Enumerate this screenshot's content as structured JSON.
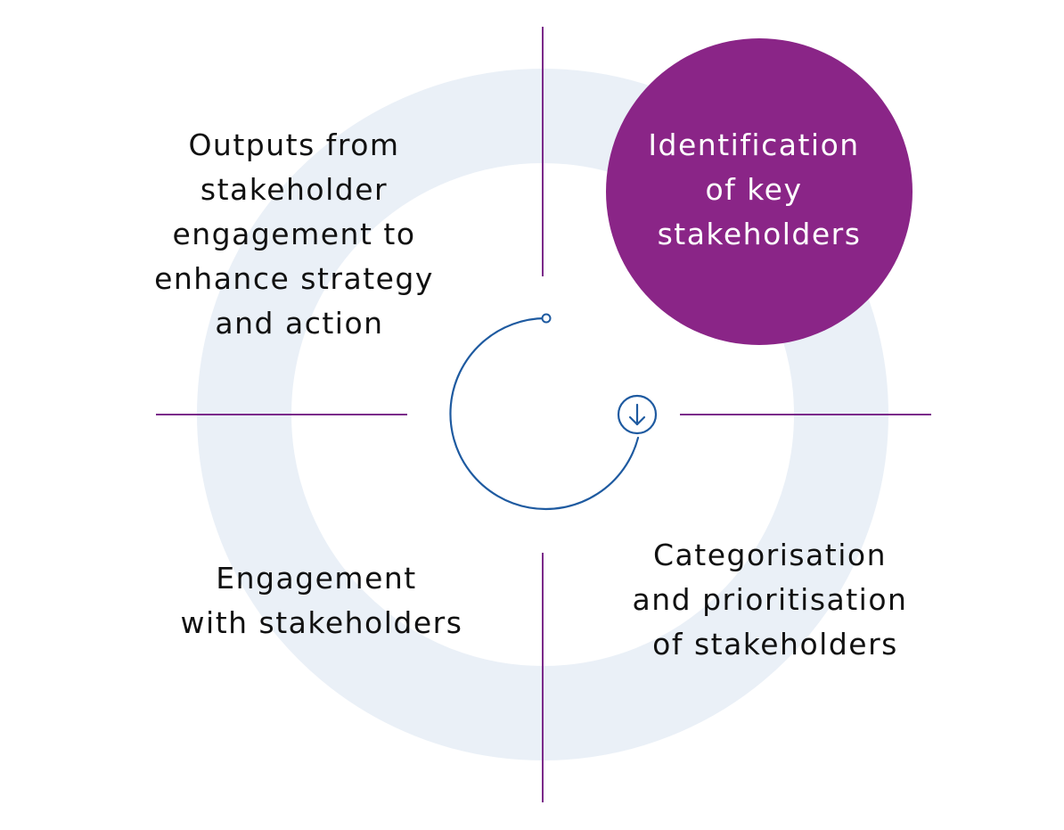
{
  "diagram": {
    "stages": [
      {
        "lines": [
          "Identification",
          "of key",
          "stakeholders"
        ],
        "highlighted": true
      },
      {
        "lines": [
          "Categorisation",
          "and prioritisation",
          "of stakeholders"
        ],
        "highlighted": false
      },
      {
        "lines": [
          "Engagement",
          "with stakeholders"
        ],
        "highlighted": false
      },
      {
        "lines": [
          "Outputs from",
          "stakeholder",
          "engagement to",
          "enhance strategy",
          "and action"
        ],
        "highlighted": false
      }
    ],
    "center_icon": "circular-arrow-down-icon",
    "colors": {
      "ring": "#eaf0f7",
      "divider": "#7b2a8a",
      "highlight_fill": "#8a2587",
      "highlight_text": "#ffffff",
      "text": "#111111",
      "arrow": "#1e5aa0"
    }
  }
}
